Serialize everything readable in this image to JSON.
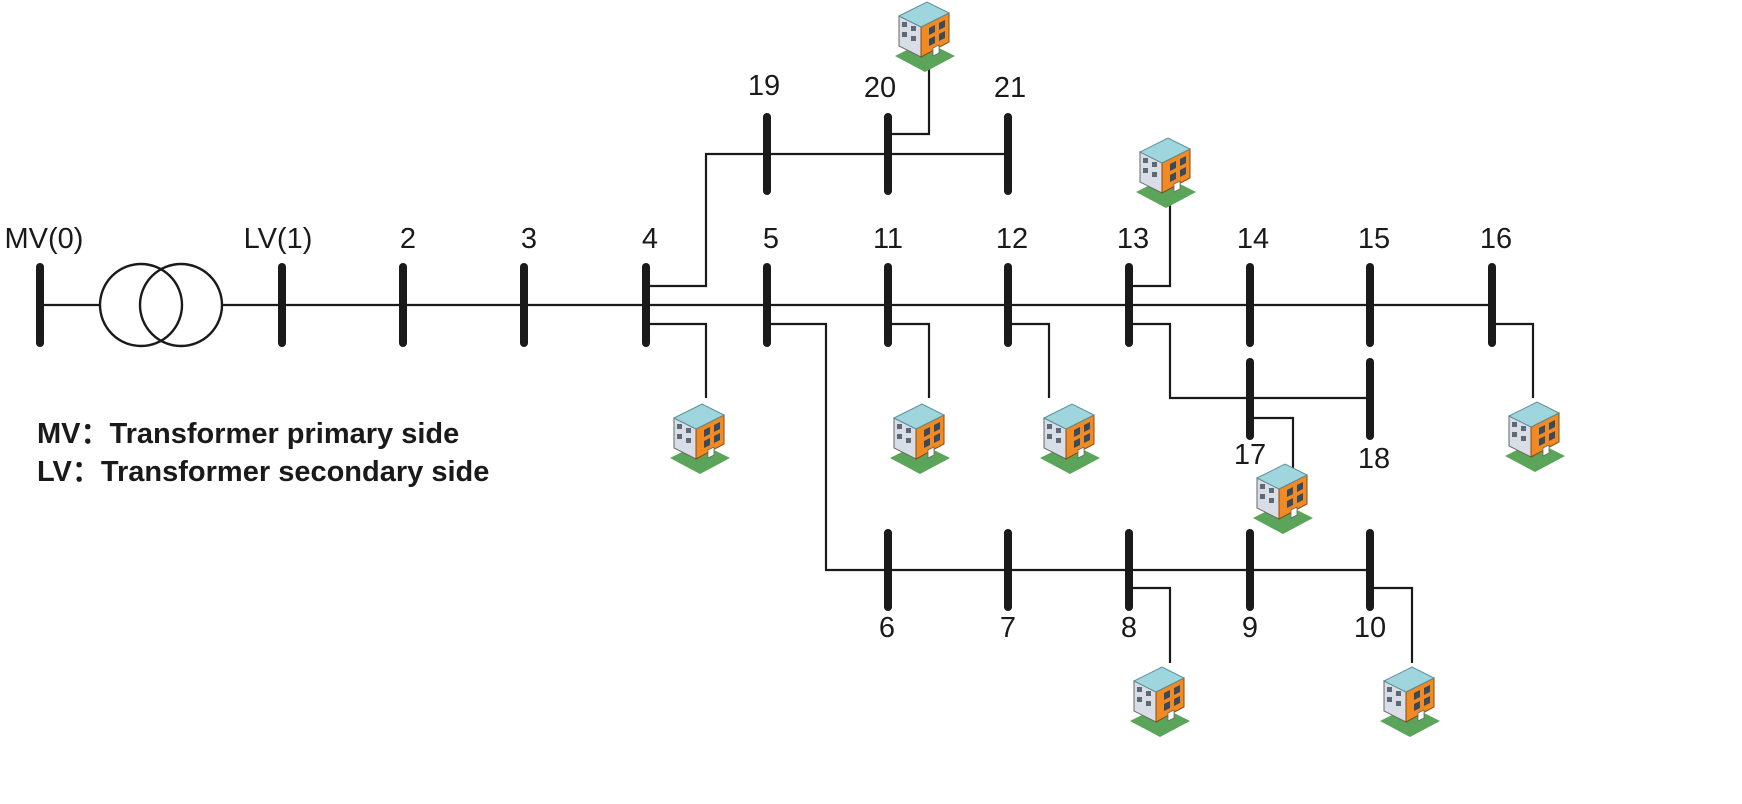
{
  "buses": {
    "mv": "MV(0)",
    "lv": "LV(1)",
    "b2": "2",
    "b3": "3",
    "b4": "4",
    "b5": "5",
    "b6": "6",
    "b7": "7",
    "b8": "8",
    "b9": "9",
    "b10": "10",
    "b11": "11",
    "b12": "12",
    "b13": "13",
    "b14": "14",
    "b15": "15",
    "b16": "16",
    "b17": "17",
    "b18": "18",
    "b19": "19",
    "b20": "20",
    "b21": "21"
  },
  "legend": {
    "mv": "MV：Transformer primary side",
    "lv": "LV：Transformer secondary side"
  },
  "icons": {
    "load": "building-icon",
    "transformer": "transformer-icon"
  },
  "colors": {
    "building_wall": "#f08a24",
    "building_side": "#d9dee6",
    "building_roof": "#9fd6dd",
    "ground": "#5aa55a"
  }
}
